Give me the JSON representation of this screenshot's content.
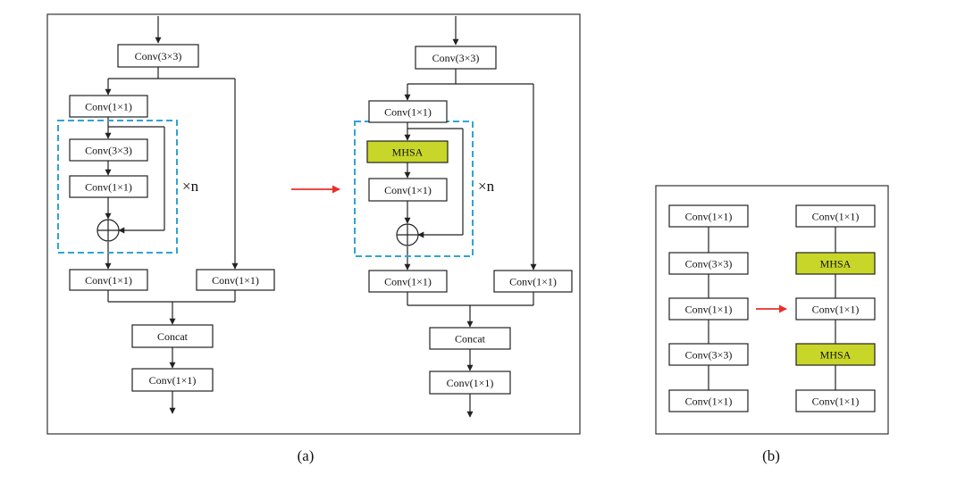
{
  "panel_a": {
    "caption": "(a)",
    "left": {
      "conv3x3_top": "Conv(3×3)",
      "conv1x1_a": "Conv(1×1)",
      "conv3x3_inner": "Conv(3×3)",
      "conv1x1_inner": "Conv(1×1)",
      "repeat_label": "×n",
      "conv1x1_b": "Conv(1×1)",
      "conv1x1_side": "Conv(1×1)",
      "concat": "Concat",
      "conv1x1_out": "Conv(1×1)"
    },
    "right": {
      "conv3x3_top": "Conv(3×3)",
      "conv1x1_a": "Conv(1×1)",
      "mhsa": "MHSA",
      "conv1x1_inner": "Conv(1×1)",
      "repeat_label": "×n",
      "conv1x1_b": "Conv(1×1)",
      "conv1x1_side": "Conv(1×1)",
      "concat": "Concat",
      "conv1x1_out": "Conv(1×1)"
    }
  },
  "panel_b": {
    "caption": "(b)",
    "left_stack": [
      "Conv(1×1)",
      "Conv(3×3)",
      "Conv(1×1)",
      "Conv(3×3)",
      "Conv(1×1)"
    ],
    "right_stack": [
      "Conv(1×1)",
      "MHSA",
      "Conv(1×1)",
      "MHSA",
      "Conv(1×1)"
    ]
  },
  "colors": {
    "mhsa_fill": "#c8d629",
    "dashed_border": "#2fa3d6",
    "transform_arrow": "#e8302a",
    "line": "#222222",
    "frame": "#333333"
  }
}
